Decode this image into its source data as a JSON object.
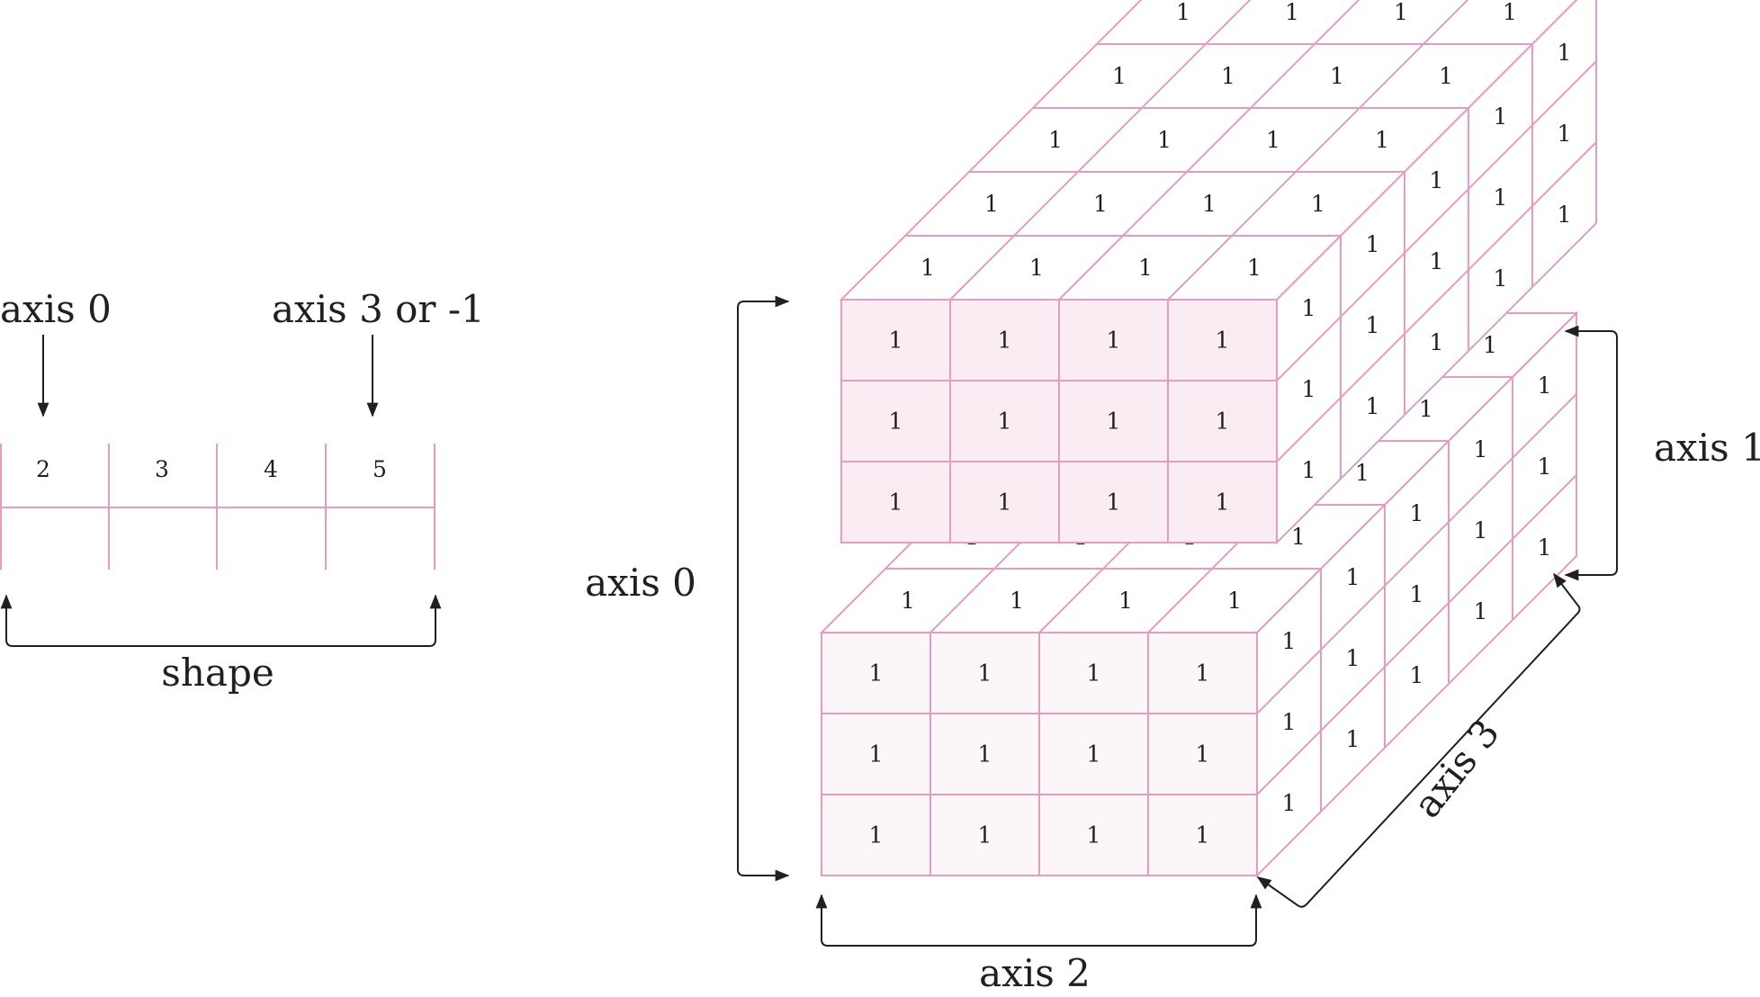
{
  "shape": {
    "title": "shape",
    "dims": [
      "2",
      "3",
      "4",
      "5"
    ],
    "axis0_label": "axis 0",
    "axis_last_label": "axis 3 or -1"
  },
  "tensor": {
    "fill_value": "1",
    "axis_labels": {
      "axis0": "axis 0",
      "axis1": "axis 1",
      "axis2": "axis 2",
      "axis3": "axis 3"
    }
  },
  "colors": {
    "grid_line": "#e59cc0",
    "front_face_top": "#f9ecf3",
    "front_face_bottom": "#fdf6f9",
    "text": "#231f20",
    "arrow": "#231f20"
  }
}
